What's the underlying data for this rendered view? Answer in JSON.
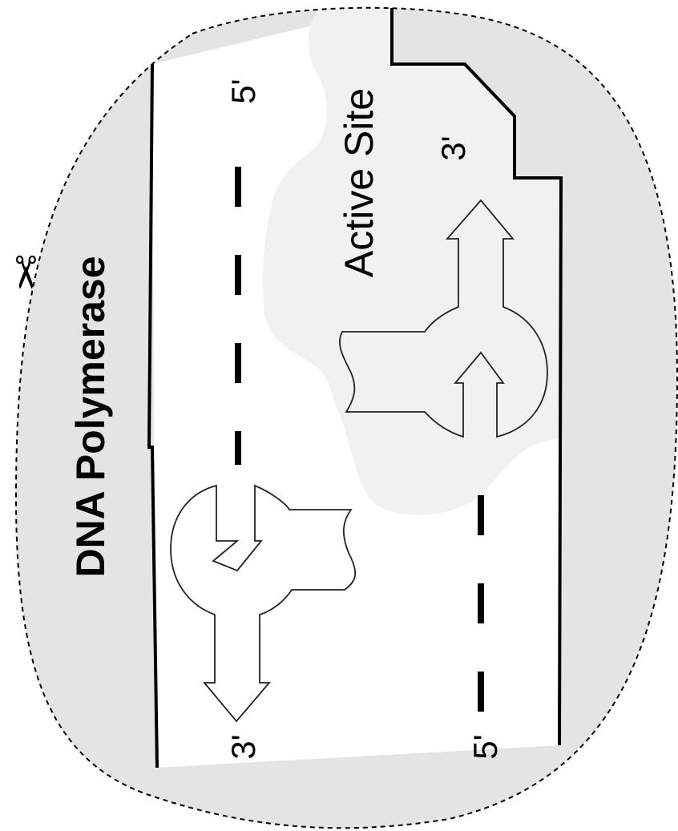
{
  "diagram": {
    "enzyme_label": "DNA Polymerase",
    "active_site_label": "Active Site",
    "left_strand": {
      "top_end": "5'",
      "bottom_end": "3'"
    },
    "right_strand": {
      "top_end": "3'",
      "bottom_end": "5'"
    },
    "icons": {
      "cut_line": "scissors-icon",
      "nucleotides": [
        "nucleotide-piece",
        "nucleotide-piece"
      ]
    },
    "colors": {
      "enzyme_fill": "#e4e4e4",
      "active_site_fill": "#f1f1f1",
      "outline": "#000000",
      "background": "#ffffff"
    }
  }
}
